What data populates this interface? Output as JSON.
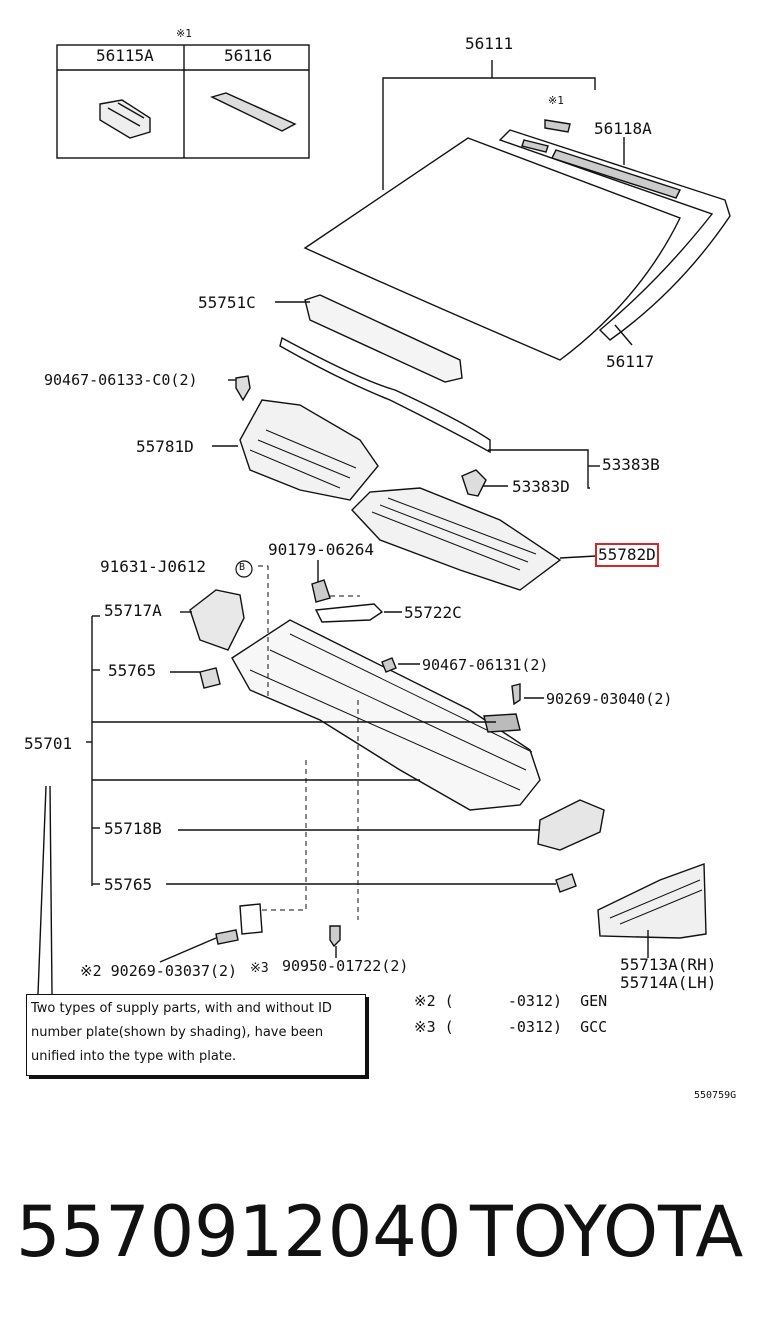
{
  "inset": {
    "mark": "※1",
    "col1": "56115A",
    "col2": "56116"
  },
  "labels": {
    "p56111": "56111",
    "p56118A": "56118A",
    "mark1": "※1",
    "p55751C": "55751C",
    "p56117": "56117",
    "p90467_06133": "90467-06133-C0(2)",
    "p55781D": "55781D",
    "p53383B": "53383B",
    "p53383D": "53383D",
    "p55782D": "55782D",
    "p91631": "91631-J0612",
    "circleB": "B",
    "p90179": "90179-06264",
    "p55717A": "55717A",
    "p55722C": "55722C",
    "p55765a": "55765",
    "p90467_06131": "90467-06131(2)",
    "p90269_03040": "90269-03040(2)",
    "p55701": "55701",
    "p55718B": "55718B",
    "p55765b": "55765",
    "p90269_03037": "※2 90269-03037(2)",
    "mark3": "※3",
    "p90950": "90950-01722(2)",
    "p55713A": "55713A(RH)",
    "p55714A": "55714A(LH)"
  },
  "legend": {
    "row1": "※2 (      -0312)  GEN",
    "row2": "※3 (      -0312)  GCC"
  },
  "note": "Two types of supply parts, with and without ID number plate(shown by shading), have been unified into the type with plate.",
  "figure_code": "550759G",
  "footer": {
    "part_number": "5570912040",
    "brand": "TOYOTA"
  }
}
